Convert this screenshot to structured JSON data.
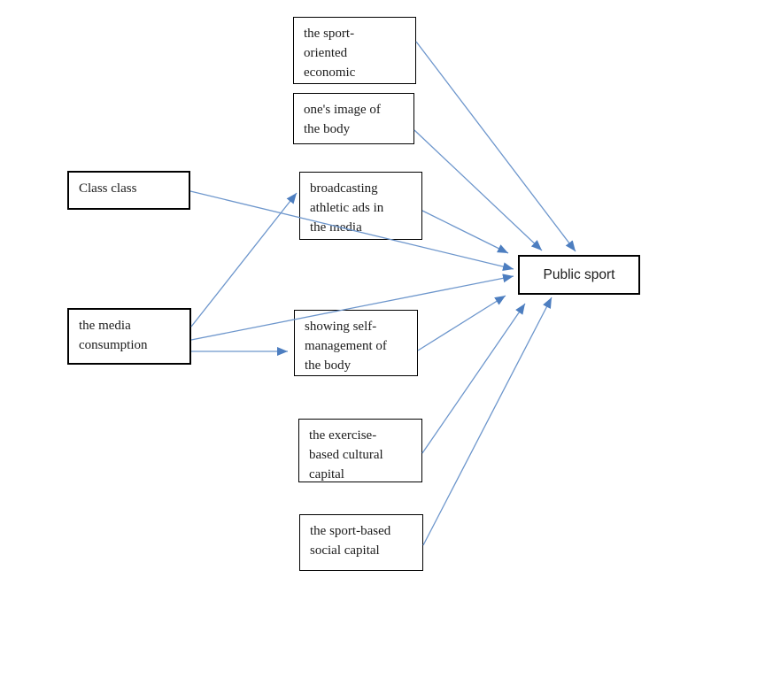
{
  "diagram": {
    "background": "#ffffff",
    "colors": {
      "arrow_head": "#4d7ec0",
      "arrow_line": "#6d96cc",
      "box_border": "#000000",
      "text": "#1c1c1c"
    },
    "nodes": {
      "sport_oriented_economic": {
        "label": "the sport-\noriented\neconomic"
      },
      "ones_image_body": {
        "label": "one's image of\nthe body"
      },
      "class_class": {
        "label": "Class class"
      },
      "broadcasting_ads": {
        "label": "broadcasting\nathletic ads in\nthe media"
      },
      "media_consumption": {
        "label": "the media\nconsumption"
      },
      "self_management": {
        "label": "showing self-\nmanagement of\nthe body"
      },
      "exercise_cultural_capital": {
        "label": "the exercise-\nbased cultural\ncapital"
      },
      "sport_social_capital": {
        "label": "the sport-based\nsocial capital"
      },
      "public_sport": {
        "label": "Public sport"
      }
    },
    "edges": [
      {
        "from": "sport_oriented_economic",
        "to": "public_sport"
      },
      {
        "from": "ones_image_body",
        "to": "public_sport"
      },
      {
        "from": "class_class",
        "to": "public_sport"
      },
      {
        "from": "media_consumption",
        "to": "broadcasting_ads"
      },
      {
        "from": "media_consumption",
        "to": "public_sport"
      },
      {
        "from": "media_consumption",
        "to": "self_management"
      },
      {
        "from": "broadcasting_ads",
        "to": "public_sport"
      },
      {
        "from": "self_management",
        "to": "public_sport"
      },
      {
        "from": "exercise_cultural_capital",
        "to": "public_sport"
      },
      {
        "from": "sport_social_capital",
        "to": "public_sport"
      }
    ]
  }
}
